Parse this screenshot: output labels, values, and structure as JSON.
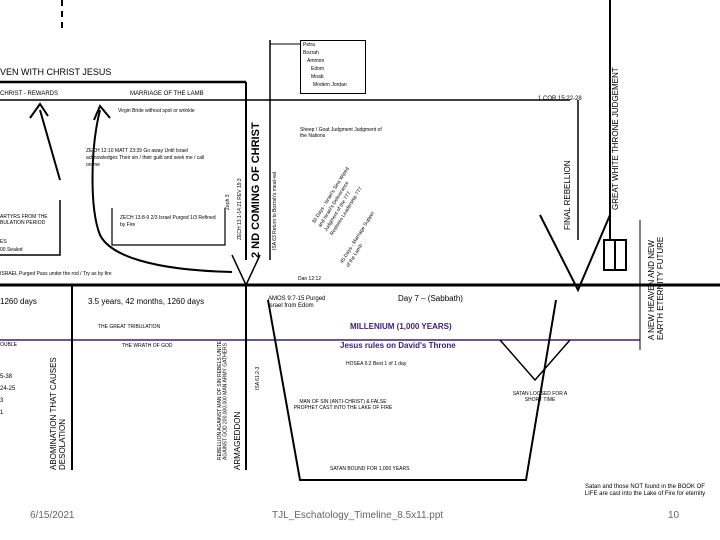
{
  "top": {
    "reign_title": "VEN WITH CHRIST JESUS",
    "rewards_label": "CHRIST - REWARDS",
    "marriage_label": "MARRIAGE OF THE LAMB",
    "bride_label": "Virgin Bride without spot or wrinkle",
    "nations_box": [
      "Petra",
      "Bozrah",
      "Ammon",
      "Edom",
      "Moab",
      "Modern Jordan"
    ],
    "rev_ref": "1 COR 15:22-28"
  },
  "verticals": {
    "second_coming": "2 ND COMING OF CHRIST",
    "zech_rev": "ZECH 13:1-14:21   REV 19:3",
    "zeph": "Zeph 3",
    "isa63": "ISA 63    Return to Bozrah's meat-vat",
    "final_rebellion": "FINAL REBELLION",
    "great_white": "GREAT WHITE THRONE JUDGEMENT",
    "new_heaven": "A NEW HEAVEN AND NEW EARTH ETERNITY FUTURE",
    "abomination": "ABOMINATION THAT CAUSES DESOLATION",
    "armageddon": "ARMAGEDDON",
    "isa_ref": "ISA 61:2-3",
    "rebellion_vs_god": "REBELLION AGAINST MAN OF SIN  REBELS UNITE AGAINST GOD  200,000,000 MAN ARMY GATHERS"
  },
  "notes": {
    "sheep_goat": "Sheep / Goat Judgment  Judgment of the Nations",
    "zech_matt": "ZECH 12:10      MATT 23:39  Go away Until Israel acknowledges  Their sin / their guilt and  seek me / call on me",
    "martyrs": "ARTYRS FROM THE  BULATION PERIOD",
    "zech_13": "ZECH 13:8-9  2/3 Israel Purged  1/3 Refined by Fire",
    "sealed_a": "ES",
    "sealed_b": "00 Sealed",
    "israel_rod": "ISRAEL   Purged   Pass under the rod / Try as by fire",
    "dan_ref": "Dan 12:12",
    "day_7": "Day 7 – (Sabbath)",
    "amos": "AMOS 9:7-15  Purged Israel  from Edom",
    "days_1260": "1260 days",
    "period": "3.5 years, 42 months, 1260 days",
    "tribulation": "THE GREAT TRIBULATION",
    "wrath": "THE WRATH OF GOD",
    "double": "OUBLE",
    "millennium": "MILLENIUM (1,000 YEARS)",
    "reign": "Jesus rules on David's Throne",
    "hosea": "HOSEA 6:2     Best 1 of 1 day",
    "man_of_sin": "MAN OF SIN (ANTI-CHRIST)  & FALSE PROPHET CAST  INTO THE LAKE OF FIRE",
    "satan_loosed": "SATAN  LOOSED FOR  A SHORT TIME",
    "satan_bound": "SATAN BOUND FOR 1,000 YEARS",
    "lake_of_fire": "Satan and those NOT found in the BOOK OF LIFE are cast into the Lake of Fire for eternity",
    "diag_1": "30 Days - Israel's Sins Wiped",
    "diag_2": "and Israel's Deliverance",
    "diag_3": "Judgment of the 777",
    "diag_4": "Restores Leadership 777",
    "diag_5": "45 Days - Marriage Supper",
    "diag_6": "of the Lamb",
    "left_refs": [
      "5-38",
      "24-25",
      "3",
      "1"
    ]
  },
  "footer": {
    "date": "6/15/2021",
    "file": "TJL_Eschatology_Timeline_8.5x11.ppt",
    "page": "10"
  },
  "colors": {
    "millennium_line": "#3a1d7a",
    "ink": "#000000"
  }
}
